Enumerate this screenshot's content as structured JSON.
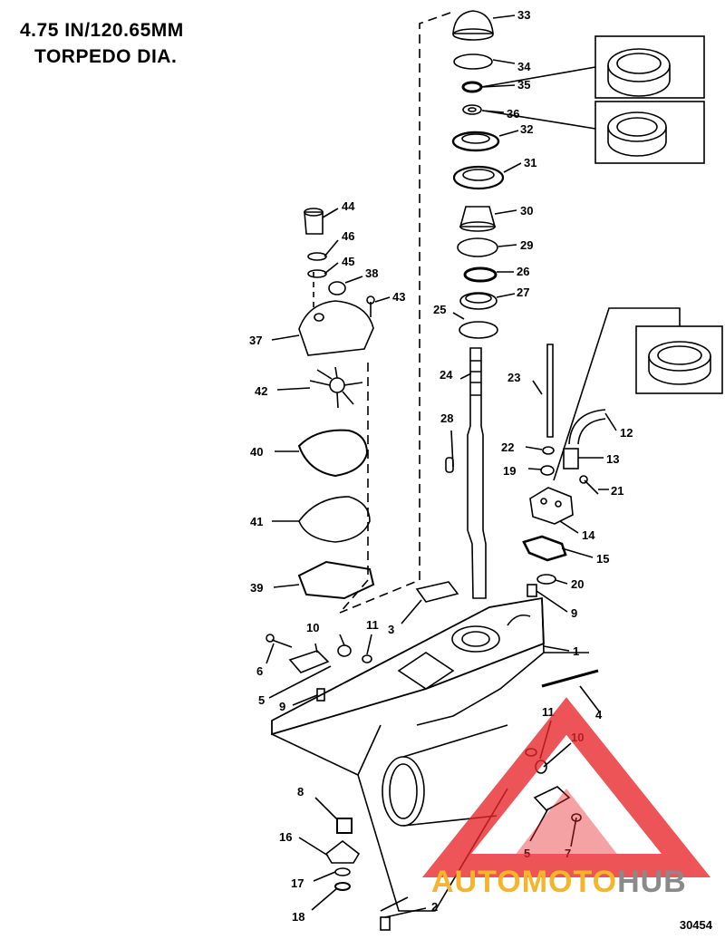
{
  "header": {
    "line1": "4.75 IN/120.65MM",
    "line2": "TORPEDO DIA."
  },
  "diagram_ref": "30454",
  "watermark": {
    "word_a": "AUTOMOTO",
    "word_b": "HUB",
    "color_triangle": "#e8252a",
    "color_a": "#f5b52a",
    "color_b": "#8a8a8a"
  },
  "part_labels": [
    "33",
    "34",
    "35",
    "36",
    "32",
    "31",
    "30",
    "29",
    "26",
    "27",
    "25",
    "24",
    "23",
    "22",
    "19",
    "12",
    "13",
    "21",
    "14",
    "15",
    "20",
    "9",
    "1",
    "4",
    "28",
    "44",
    "46",
    "45",
    "38",
    "43",
    "37",
    "42",
    "40",
    "41",
    "39",
    "10",
    "11",
    "3",
    "6",
    "5",
    "9",
    "11",
    "10",
    "8",
    "16",
    "17",
    "18",
    "2",
    "5",
    "7"
  ]
}
